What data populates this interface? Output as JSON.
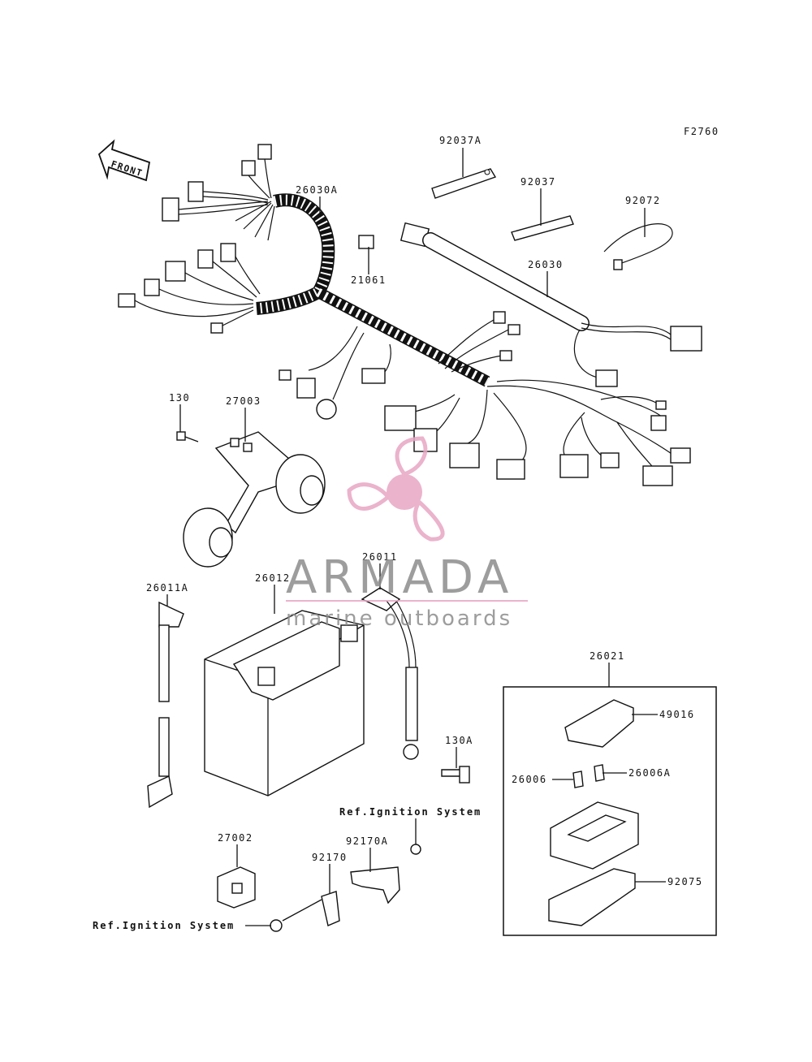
{
  "figure_code": "F2760",
  "front_arrow_label": "FRONT",
  "part_labels": {
    "p92037A": "92037A",
    "p92037": "92037",
    "p92072": "92072",
    "p26030A": "26030A",
    "p21061": "21061",
    "p26030": "26030",
    "p130": "130",
    "p27003": "27003",
    "p26011": "26011",
    "p26011A": "26011A",
    "p26012": "26012",
    "p130A": "130A",
    "p26021": "26021",
    "p49016": "49016",
    "p26006": "26006",
    "p26006A": "26006A",
    "p92075": "92075",
    "p27002": "27002",
    "p92170A": "92170A",
    "p92170": "92170"
  },
  "ref_labels": {
    "ref_upper": "Ref.Ignition System",
    "ref_lower": "Ref.Ignition System"
  },
  "watermark": {
    "title": "ARMADA",
    "subtitle": "marine outboards",
    "logo_color": "#e8a6c4",
    "text_color": "#8c8c8c"
  }
}
